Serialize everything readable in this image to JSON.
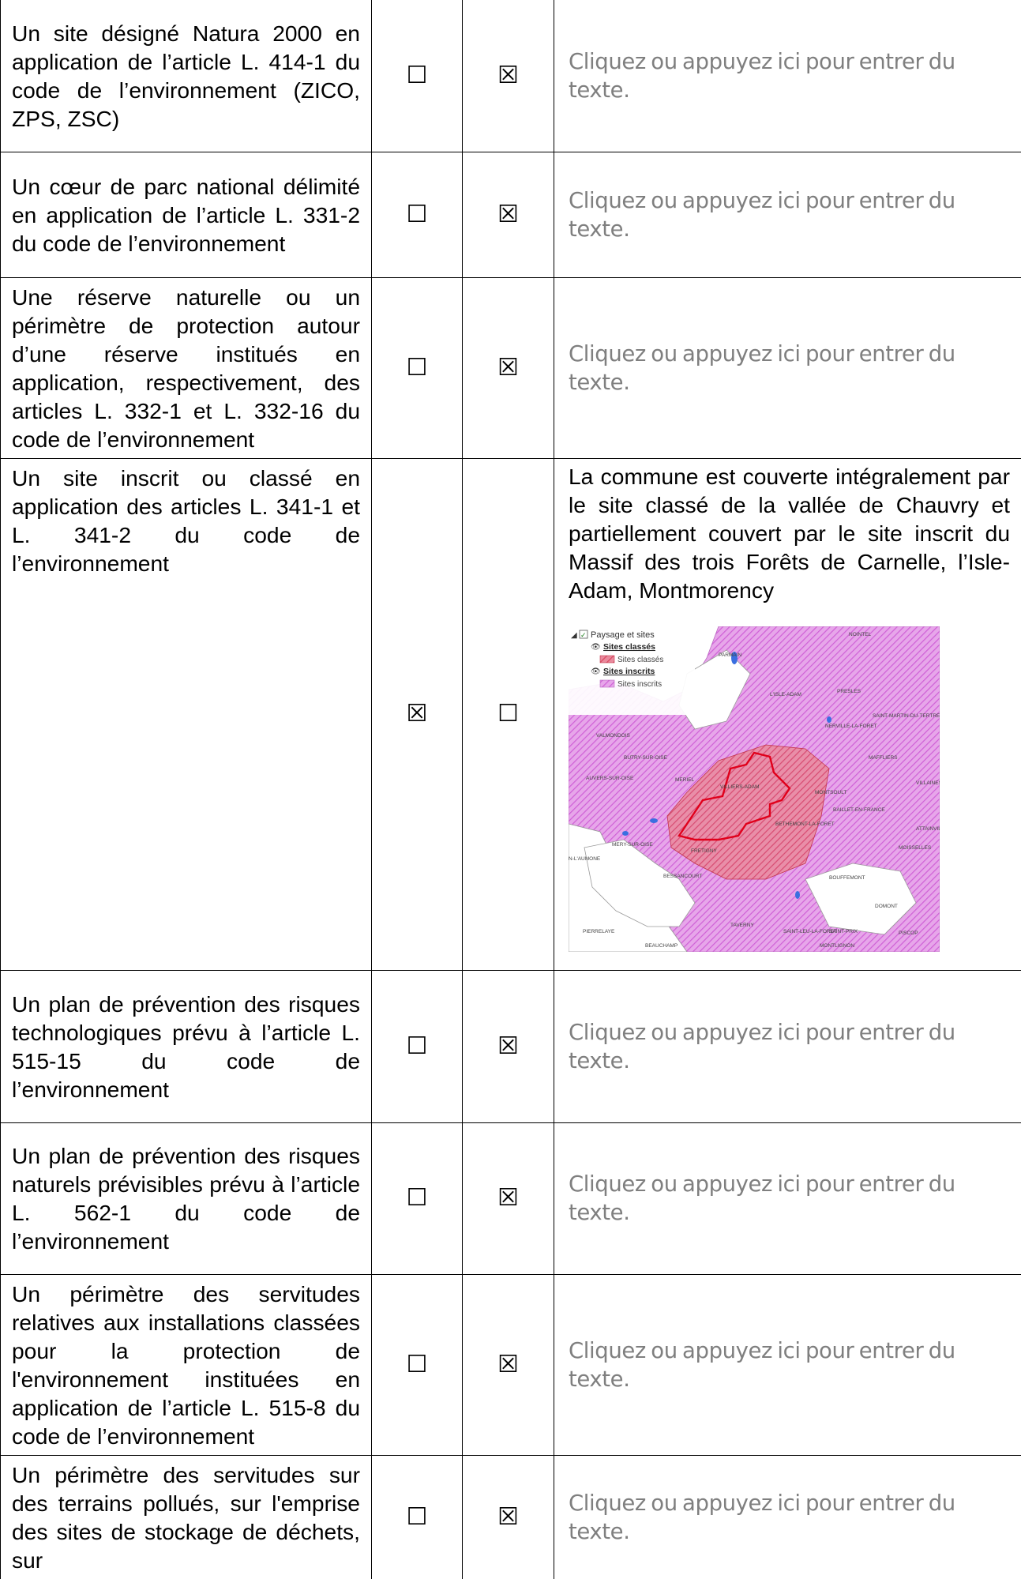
{
  "rows": [
    {
      "description": "Un site désigné Natura 2000 en application de l’article L. 414-1 du code de l’environnement (ZICO, ZPS, ZSC)",
      "oui": "☐",
      "non": "☒",
      "observation": "Cliquez ou appuyez ici pour entrer du texte."
    },
    {
      "description": "Un cœur de parc national délimité en application de l’article L. 331-2 du code de l’environnement",
      "oui": "☐",
      "non": "☒",
      "observation": "Cliquez ou appuyez ici pour entrer du texte."
    },
    {
      "description": "Une réserve naturelle ou un périmètre de protection autour d’une réserve institués en application, respectivement, des articles L. 332-1 et L. 332-16 du code de l’environnement",
      "oui": "☐",
      "non": "☒",
      "observation": "Cliquez ou appuyez ici pour entrer du texte."
    },
    {
      "description": "Un site inscrit ou classé en application des articles L. 341-1 et L. 341-2 du code de l’environnement",
      "oui": "☒",
      "non": "☐",
      "observation": "La commune est couverte intégralement par le site classé de la vallée de Chauvry et partiellement couvert par le site inscrit du Massif des trois Forêts de Carnelle, l’Isle-Adam, Montmorency"
    },
    {
      "description": "Un plan de prévention des risques technologiques prévu à l’article L. 515-15 du code de l’environnement",
      "oui": "☐",
      "non": "☒",
      "observation": "Cliquez ou appuyez ici pour entrer du texte."
    },
    {
      "description": "Un plan de prévention des risques naturels prévisibles prévu à l’article L. 562-1 du code de l’environnement",
      "oui": "☐",
      "non": "☒",
      "observation": "Cliquez ou appuyez ici pour entrer du texte."
    },
    {
      "description": "Un périmètre des servitudes relatives aux installations classées pour la protection de l'environnement instituées en application de l’article L. 515-8 du code de l’environnement",
      "oui": "☐",
      "non": "☒",
      "observation": "Cliquez ou appuyez ici pour entrer du texte."
    },
    {
      "description": "Un périmètre des servitudes sur des terrains pollués, sur l'emprise des sites de stockage de déchets, sur",
      "oui": "☐",
      "non": "☒",
      "observation": "Cliquez ou appuyez ici pour entrer du texte."
    }
  ],
  "map": {
    "legend": {
      "group": "Paysage et sites",
      "classes_header": "Sites classés",
      "classes_item": "Sites classés",
      "inscrits_header": "Sites inscrits",
      "inscrits_item": "Sites inscrits"
    },
    "colors": {
      "classes_hatch": "#e0556a",
      "inscrits_hatch": "#d37ad9",
      "commune_outline": "#e0001b",
      "water": "#3a6fe0",
      "boundary": "#9a9a9a"
    },
    "place_labels": [
      "PARMAIN",
      "L'ISLE-ADAM",
      "PRESLES",
      "NOINTEL",
      "SAINT-MARTIN-DU-TERTRE",
      "NERVILLE-LA-FORET",
      "VALMONDOIS",
      "BUTRY-SUR-OISE",
      "MAFFLIERS",
      "AUVERS-SUR-OISE",
      "MERIEL",
      "VILLIERS-ADAM",
      "MONTSOULT",
      "VILLAINES-S",
      "BAILLET-EN-FRANCE",
      "ATTAINVILLE",
      "BETHEMONT-LA-FORET",
      "MERY-SUR-OISE",
      "FRETIGNY",
      "MOISSELLES",
      "N-L'AUMONE",
      "BOUFFEMONT",
      "BESSANCOURT",
      "DOMONT",
      "TAVERNY",
      "PIERRELAYE",
      "SAINT-LEU-LA-FORET",
      "SAINT-PRIX",
      "PISCOP",
      "BEAUCHAMP",
      "MONTLIGNON"
    ]
  }
}
